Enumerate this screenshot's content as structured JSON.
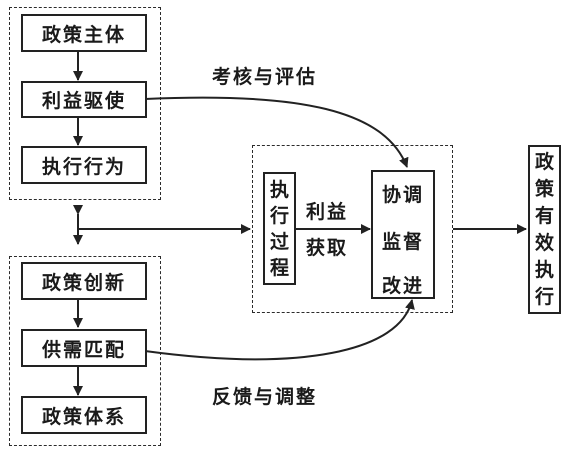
{
  "left_top_group": {
    "items": [
      "政策主体",
      "利益驱使",
      "执行行为"
    ]
  },
  "left_bottom_group": {
    "items": [
      "政策创新",
      "供需匹配",
      "政策体系"
    ]
  },
  "center_group": {
    "process_chars": [
      "执",
      "行",
      "过",
      "程"
    ],
    "interest_line1": "利益",
    "interest_line2": "获取",
    "mechanism": {
      "row1": "协调",
      "row2": "监督",
      "row3": "改进"
    }
  },
  "result_chars": [
    "政",
    "策",
    "有",
    "效",
    "执",
    "行"
  ],
  "labels": {
    "top_curve": "考核与评估",
    "bottom_curve": "反馈与调整"
  }
}
